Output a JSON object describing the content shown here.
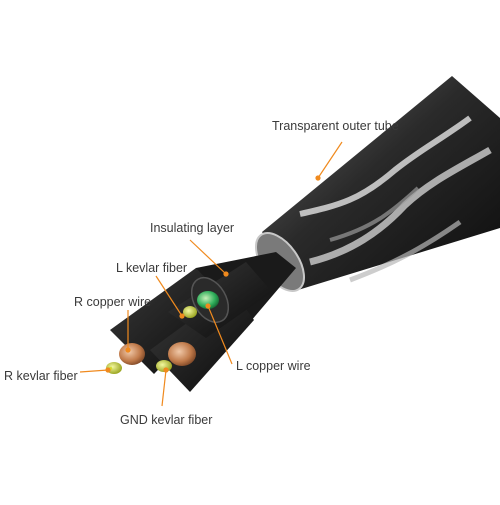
{
  "labels": {
    "outer_tube": "Transparent outer tube",
    "insulating": "Insulating layer",
    "l_kevlar": "L kevlar fiber",
    "r_copper": "R copper wire",
    "l_copper": "L copper wire",
    "r_kevlar": "R kevlar fiber",
    "gnd_kevlar": "GND kevlar fiber"
  },
  "colors": {
    "leader": "#f08a1e",
    "label_text": "#3a3a3a",
    "copper": "#c07a4a",
    "kevlar": "#b8c81a",
    "l_wire": "#2fae5a",
    "jacket": "#141414"
  }
}
